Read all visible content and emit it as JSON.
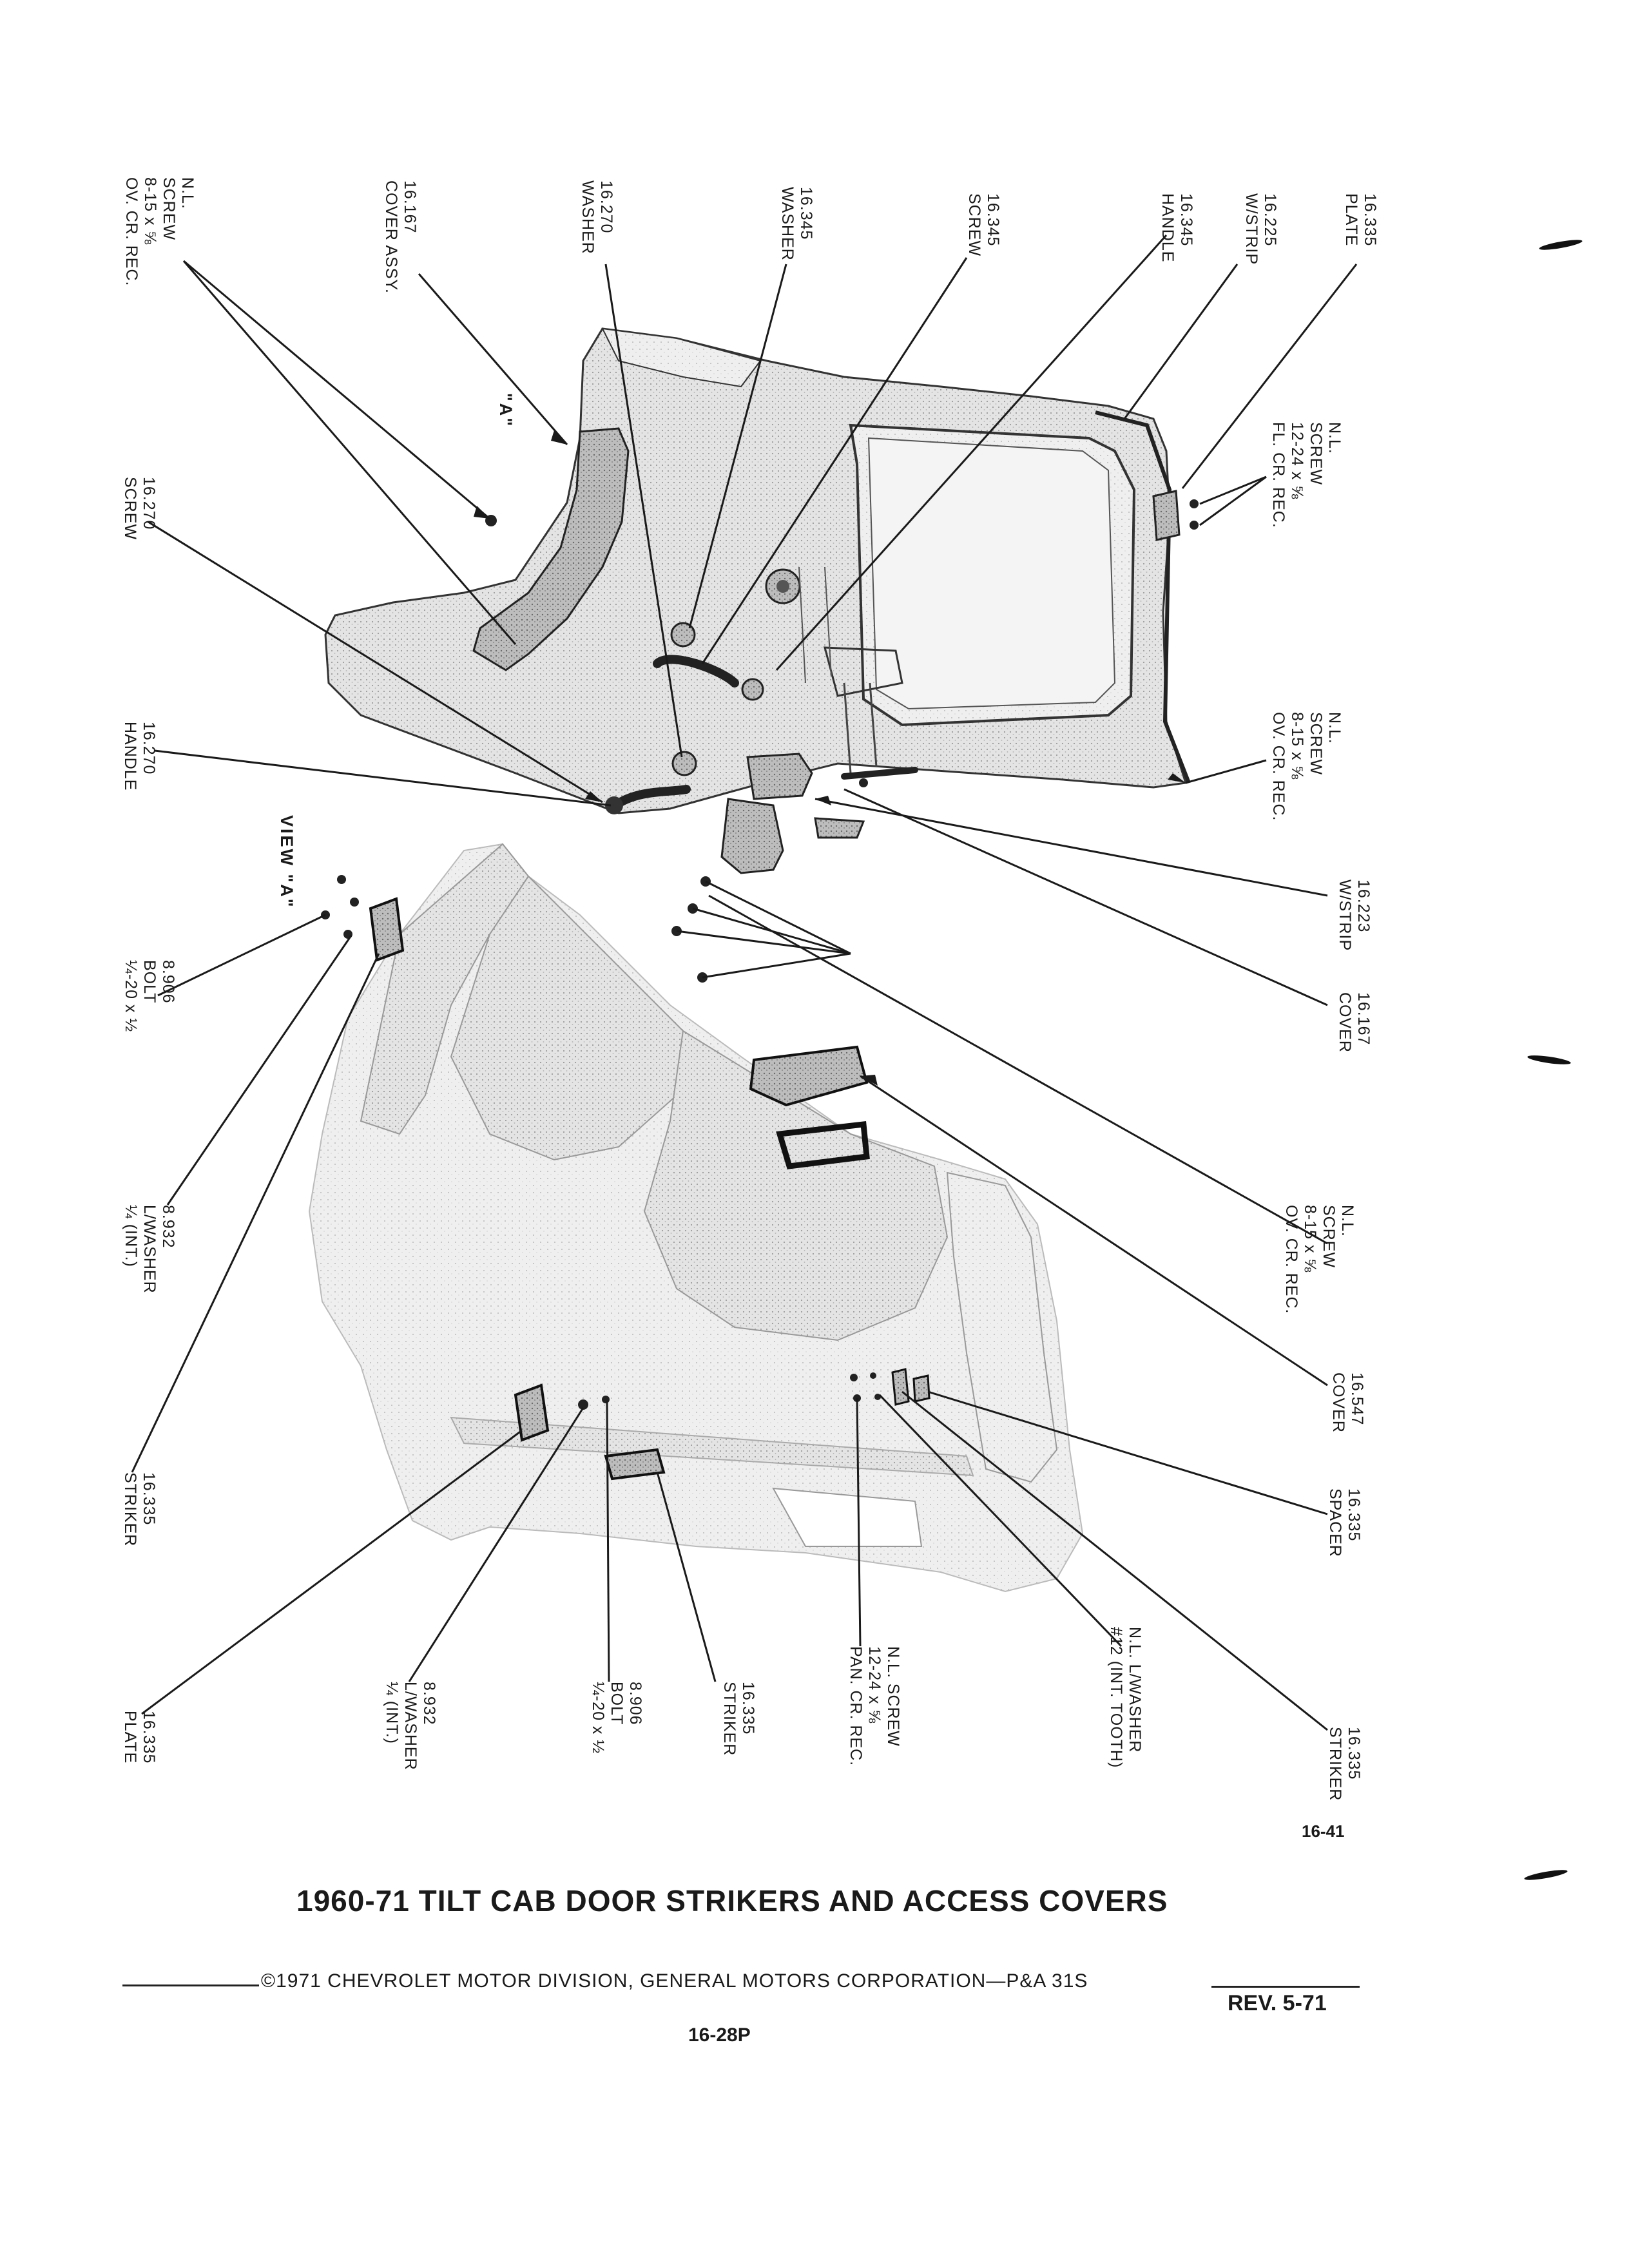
{
  "labels": [
    {
      "lines": [
        "16.335",
        "PLATE"
      ]
    },
    {
      "lines": [
        "16.225",
        "W/STRIP"
      ]
    },
    {
      "lines": [
        "16.345",
        "HANDLE"
      ]
    },
    {
      "lines": [
        "16.345",
        "SCREW"
      ]
    },
    {
      "lines": [
        "16.345",
        "WASHER"
      ]
    },
    {
      "lines": [
        "16.270",
        "WASHER"
      ]
    },
    {
      "lines": [
        "16.167",
        "COVER ASSY."
      ]
    },
    {
      "lines": [
        "N.L.",
        "SCREW",
        "8-15 x ⅝",
        "OV. CR. REC."
      ]
    },
    {
      "lines": [
        "N.L.",
        "SCREW",
        "12-24 x ⅝",
        "FL. CR. REC."
      ]
    },
    {
      "lines": [
        "16.270",
        "SCREW"
      ]
    },
    {
      "lines": [
        "N.L.",
        "SCREW",
        "8-15 x ⅝",
        "OV. CR. REC."
      ]
    },
    {
      "lines": [
        "16.270",
        "HANDLE"
      ]
    },
    {
      "lines": [
        "16.223",
        "W/STRIP"
      ]
    },
    {
      "lines": [
        "16.167",
        "COVER"
      ]
    },
    {
      "lines": [
        "8.906",
        "BOLT",
        "¼-20 x ½"
      ]
    },
    {
      "lines": [
        "N.L.",
        "SCREW",
        "8-15 x ⅝",
        "OV. CR. REC."
      ]
    },
    {
      "lines": [
        "8.932",
        "L/WASHER",
        "¼ (INT.)"
      ]
    },
    {
      "lines": [
        "16.547",
        "COVER"
      ]
    },
    {
      "lines": [
        "16.335",
        "SPACER"
      ]
    },
    {
      "lines": [
        "16.335",
        "STRIKER"
      ]
    },
    {
      "lines": [
        "N.L. L/WASHER",
        "#12 (INT. TOOTH)"
      ]
    },
    {
      "lines": [
        "N.L. SCREW",
        "12-24 x ⅝",
        "PAN. CR. REC."
      ]
    },
    {
      "lines": [
        "16.335",
        "STRIKER"
      ]
    },
    {
      "lines": [
        "8.906",
        "BOLT",
        "¼-20 x ½"
      ]
    },
    {
      "lines": [
        "8.932",
        "L/WASHER",
        "¼ (INT.)"
      ]
    },
    {
      "lines": [
        "16.335",
        "PLATE"
      ]
    },
    {
      "lines": [
        "16.335",
        "STRIKER"
      ]
    }
  ],
  "view_label": "VIEW \"A\"",
  "detail_marker": "\"A\"",
  "figure_number": "16-41",
  "title": "1960-71 TILT CAB DOOR STRIKERS AND ACCESS COVERS",
  "copyright": "©1971 CHEVROLET MOTOR DIVISION, GENERAL MOTORS CORPORATION—P&A 31S",
  "revision": "REV. 5-71",
  "page_number": "16-28P"
}
